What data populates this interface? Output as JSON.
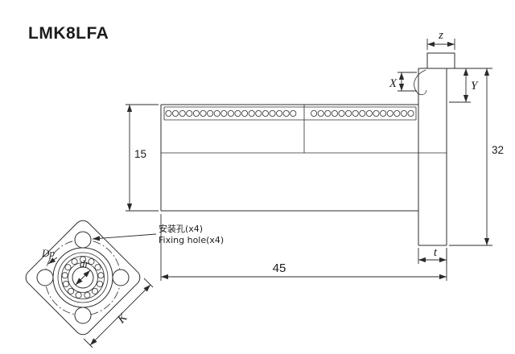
{
  "title": "LMK8LFA",
  "dims": {
    "height": "15",
    "flange_height": "32",
    "length": "45",
    "z": "z",
    "x": "X",
    "y": "Y",
    "t": "t",
    "k": "K",
    "dp": "Dp",
    "dr": "dr"
  },
  "notes": {
    "fixing_hole_cn": "安装孔(x4)",
    "fixing_hole_en": "Fixing hole(x4)"
  },
  "colors": {
    "line": "#2b2b2b",
    "background": "#ffffff"
  }
}
